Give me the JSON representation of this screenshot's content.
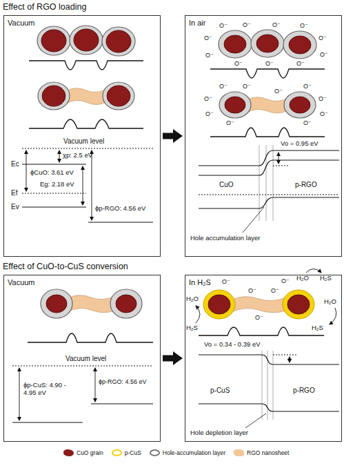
{
  "diagram": {
    "nodes": [
      {
        "text": [
          "Vacuum"
        ]
      },
      {
        "text": [
          "In air"
        ]
      },
      {
        "text": [
          "Vacuum"
        ]
      },
      {
        "text": [
          "In H₂S"
        ]
      }
    ],
    "edges": [
      {
        "from": 0,
        "to": 1,
        "arrow": "to"
      },
      {
        "from": 2,
        "to": 3,
        "arrow": "to"
      }
    ],
    "labels": [
      "Effect of RGO loading",
      "Vacuum level",
      "χp: 2.5 eV",
      "Ec",
      "ϕCuO: 3.61 eV",
      "Eg: 2.18 eV",
      "Ef",
      "Ev",
      "ϕp-RGO: 4.56 eV",
      "Vo = 0.95 eV",
      "CuO",
      "p-RGO",
      "Hole accumulation layer",
      "O⁻",
      "O⁻",
      "O⁻",
      "O⁻",
      "O⁻",
      "O⁻",
      "O⁻",
      "O⁻",
      "O⁻",
      "O⁻",
      "O⁻",
      "O⁻",
      "O⁻",
      "O⁻",
      "O⁻",
      "O⁻",
      "O⁻",
      "O⁻",
      "O⁻",
      "O⁻",
      "O⁻",
      "Effect of CuO-to-CuS conversion",
      "Vacuum level",
      "ϕp-CuS: 4.90 - 4.95 eV",
      "ϕp-RGO: 4.56 eV",
      "Vo = 0.34 - 0.39 eV",
      "p-CuS",
      "p-RGO",
      "Hole depletion layer",
      "O⁻",
      "O⁻",
      "O⁻",
      "O⁻",
      "O⁻",
      "H₂O",
      "H₂S",
      "H₂O",
      "H₂S",
      "H₂O",
      "H₂S"
    ],
    "legend": [
      {
        "text": "CuO grain",
        "color": "#8b1a1a"
      },
      {
        "text": "p-CuS"
      },
      {
        "text": "Hole-accumulation layer"
      },
      {
        "text": "RGO nanosheet",
        "color": "#f2c79a"
      }
    ]
  }
}
